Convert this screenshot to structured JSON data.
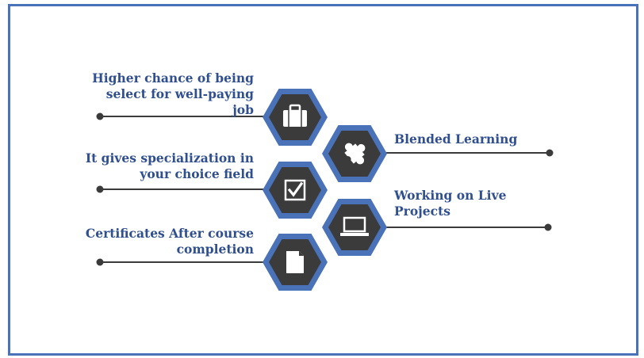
{
  "colors": {
    "border": "#4a72b8",
    "hex_outer": "#4a72b8",
    "hex_inner": "#3b3b3b",
    "text": "#2f4f8f",
    "line": "#3b3b3b",
    "icon": "#ffffff"
  },
  "items": [
    {
      "id": "job",
      "side": "left",
      "icon": "briefcase-icon",
      "text": "Higher chance of being select for  well-paying job"
    },
    {
      "id": "blended",
      "side": "right",
      "icon": "puzzle-icon",
      "text": "Blended Learning"
    },
    {
      "id": "specialization",
      "side": "left",
      "icon": "checkbox-icon",
      "text": "It gives specialization in your choice field"
    },
    {
      "id": "live",
      "side": "right",
      "icon": "laptop-icon",
      "text": "Working on Live Projects"
    },
    {
      "id": "certificates",
      "side": "left",
      "icon": "document-icon",
      "text": "Certificates After course completion"
    }
  ]
}
